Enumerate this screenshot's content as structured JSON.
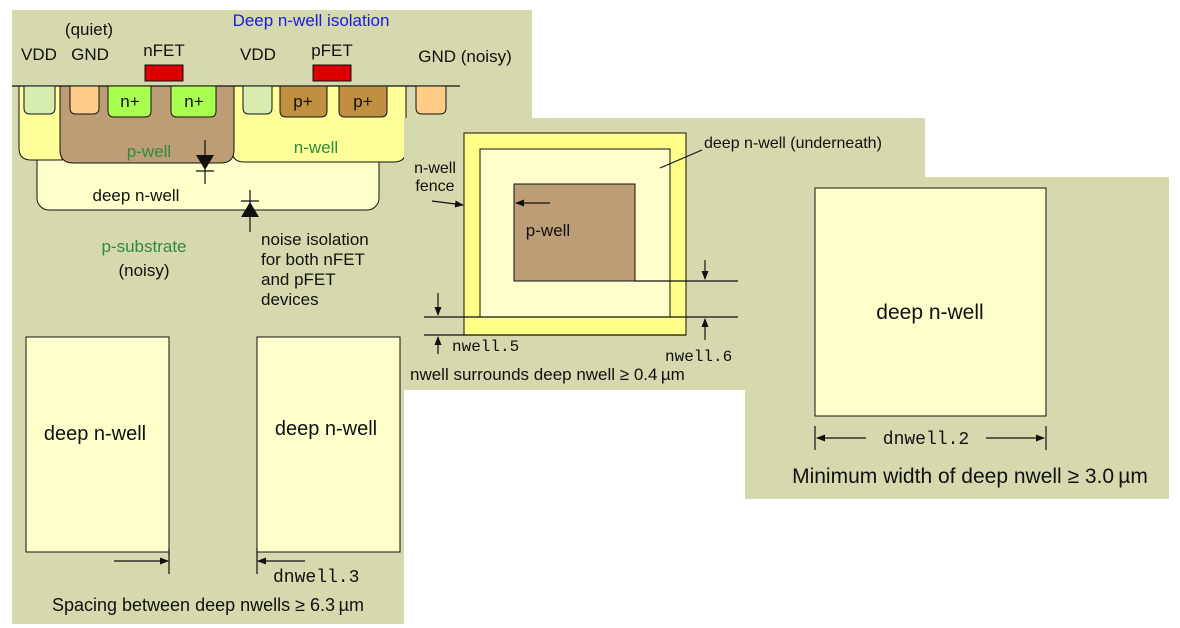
{
  "cross_section": {
    "title": "Deep n-well isolation",
    "vdd_left": "VDD",
    "quiet": "(quiet)",
    "gnd_quiet": "GND",
    "nfet": "nFET",
    "vdd_right": "VDD",
    "pfet": "pFET",
    "gnd_noisy": "GND (noisy)",
    "n_plus": "n+",
    "p_plus": "p+",
    "p_well": "p-well",
    "n_well": "n-well",
    "deep_n_well": "deep n-well",
    "p_substrate": "p-substrate",
    "noisy": "(noisy)",
    "noise_iso_1": "noise isolation",
    "noise_iso_2": "for both nFET",
    "noise_iso_3": "and pFET",
    "noise_iso_4": "devices"
  },
  "spacing_panel": {
    "left_label": "deep n-well",
    "right_label": "deep n-well",
    "rule": "dnwell.3",
    "caption": "Spacing between deep nwells ≥ 6.3 µm"
  },
  "fence_panel": {
    "underneath": "deep n-well (underneath)",
    "fence_1": "n-well",
    "fence_2": "fence",
    "p_well": "p-well",
    "rule_a": "nwell.5",
    "rule_b": "nwell.6",
    "caption": "nwell surrounds deep nwell ≥ 0.4 µm"
  },
  "width_panel": {
    "label": "deep n-well",
    "rule": "dnwell.2",
    "caption": "Minimum width of deep nwell ≥ 3.0 µm"
  },
  "colors": {
    "panel": "#d5d9ad",
    "dnwell": "#ffffcc",
    "nwell_fence": "#ffff88",
    "pwell": "#bc9d76",
    "nplus": "#a8ff50",
    "pplus": "#c09040",
    "vdd_tap": "#d6ecb0",
    "gnd_tap": "#ffcc88",
    "gate": "#dd0000",
    "title": "#1a1adf",
    "green_label": "#2e8b3e"
  }
}
